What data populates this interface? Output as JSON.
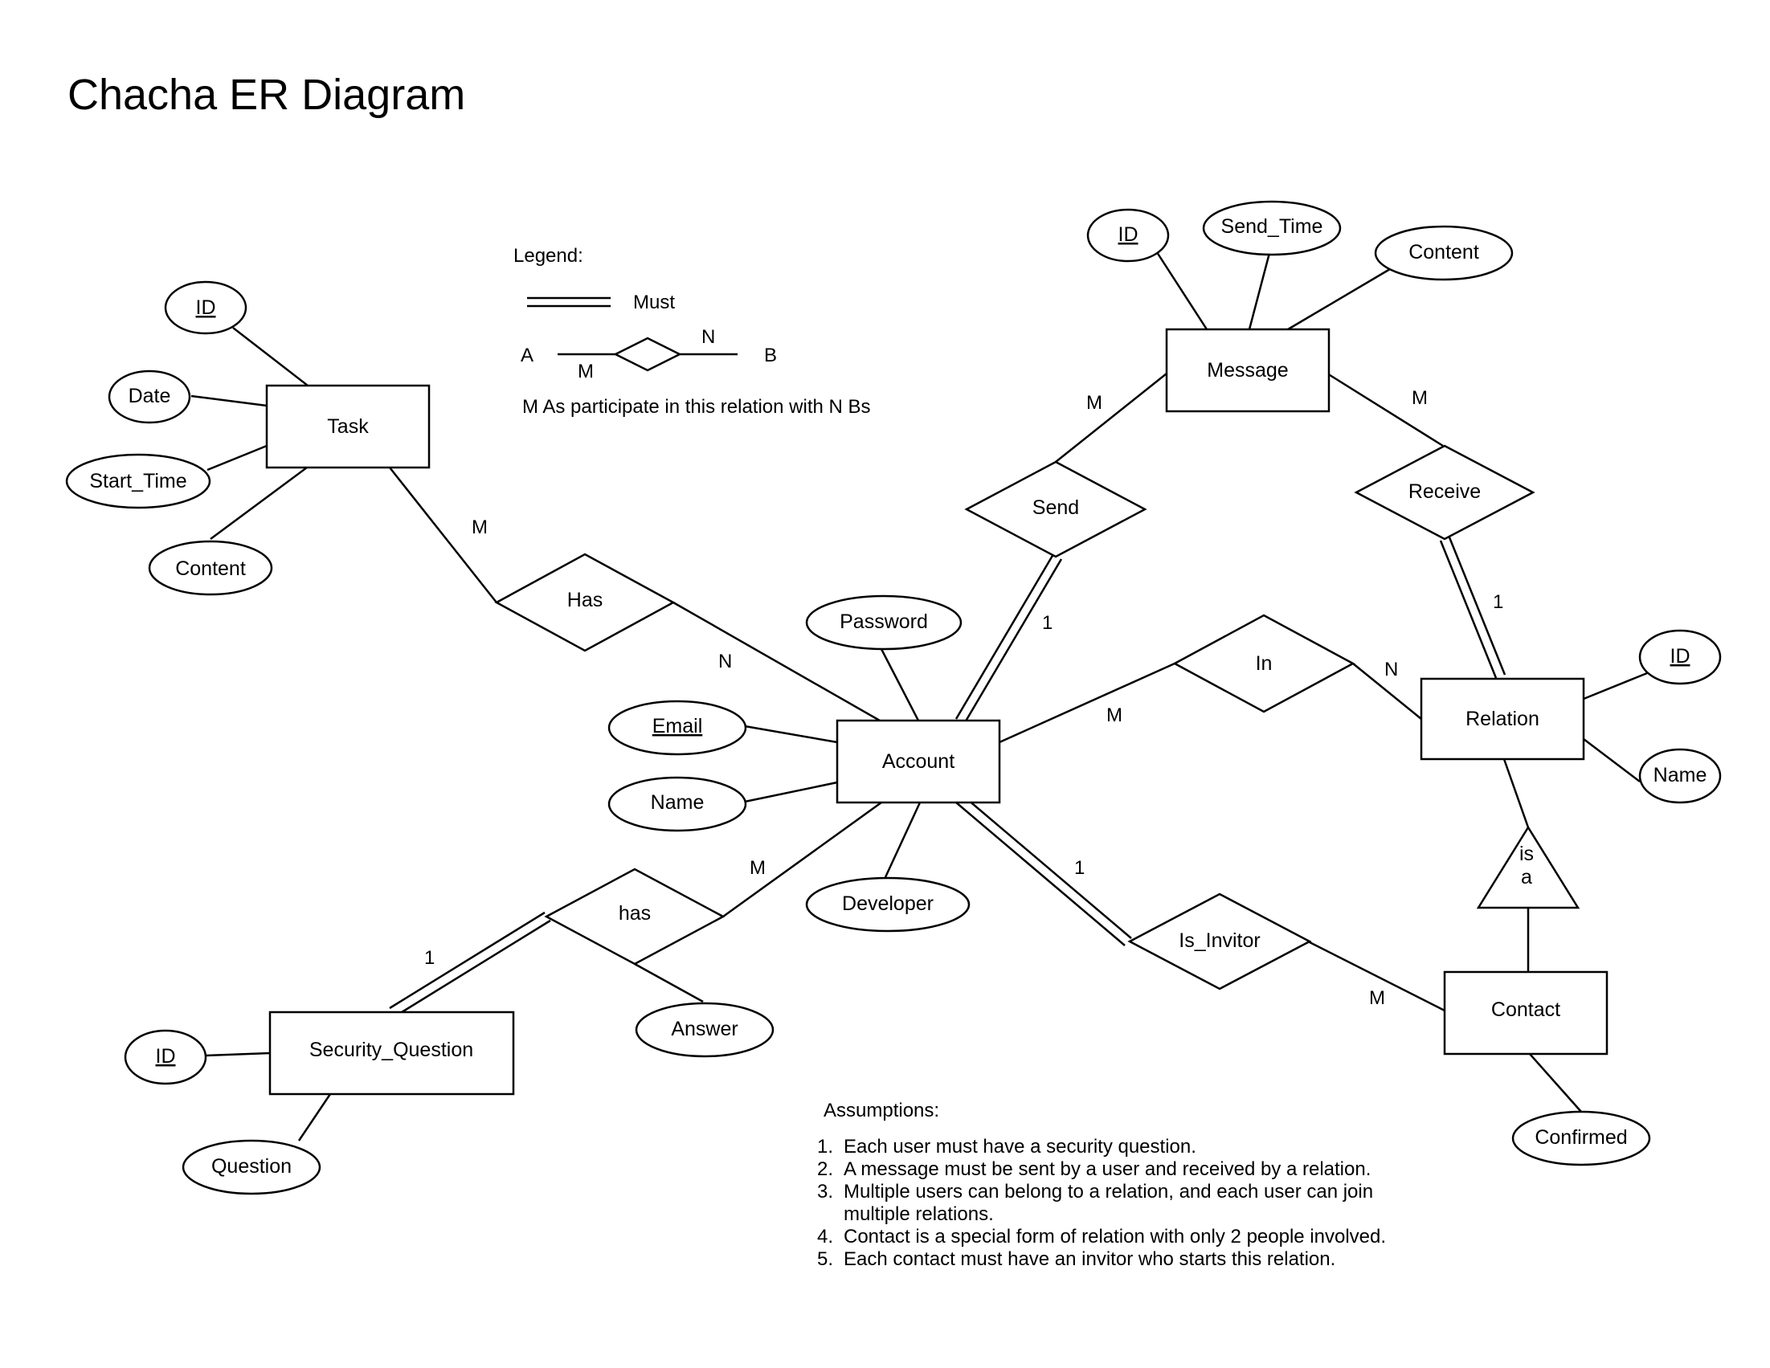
{
  "title": "Chacha ER Diagram",
  "legend": {
    "heading": "Legend:",
    "must_label": "Must",
    "left_entity": "A",
    "right_entity": "B",
    "left_card": "M",
    "right_card": "N",
    "description": "M As participate in this relation with N Bs"
  },
  "entities": {
    "task": "Task",
    "message": "Message",
    "account": "Account",
    "relation": "Relation",
    "contact": "Contact",
    "security_question": "Security_Question"
  },
  "relationships": {
    "has_task": "Has",
    "send": "Send",
    "receive": "Receive",
    "in": "In",
    "has_security": "has",
    "is_invitor": "Is_Invitor"
  },
  "isa": {
    "line1": "is",
    "line2": "a"
  },
  "attributes": {
    "task": [
      "ID",
      "Date",
      "Start_Time",
      "Content"
    ],
    "message": [
      "ID",
      "Send_Time",
      "Content"
    ],
    "account": [
      "Password",
      "Email",
      "Name",
      "Developer"
    ],
    "relation": [
      "ID",
      "Name"
    ],
    "contact": [
      "Confirmed"
    ],
    "security_question": [
      "ID",
      "Question"
    ],
    "has_security": [
      "Answer"
    ]
  },
  "cardinalities": {
    "task_has": "M",
    "has_account": "N",
    "message_send": "M",
    "send_account": "1",
    "message_receive": "M",
    "receive_relation": "1",
    "account_in": "M",
    "in_relation": "N",
    "account_hassec": "M",
    "hassec_secq": "1",
    "account_invitor": "1",
    "invitor_contact": "M"
  },
  "assumptions": {
    "heading": "Assumptions:",
    "items": [
      {
        "num": "1.",
        "lines": [
          "Each user must have a security question."
        ]
      },
      {
        "num": "2.",
        "lines": [
          "A message must be sent by a user and received by a relation."
        ]
      },
      {
        "num": "3.",
        "lines": [
          "Multiple users can belong to a relation, and each user can join",
          "multiple relations."
        ]
      },
      {
        "num": "4.",
        "lines": [
          "Contact is a special form of relation with only 2 people involved."
        ]
      },
      {
        "num": "5.",
        "lines": [
          "Each contact must have an invitor who starts this relation."
        ]
      }
    ]
  }
}
